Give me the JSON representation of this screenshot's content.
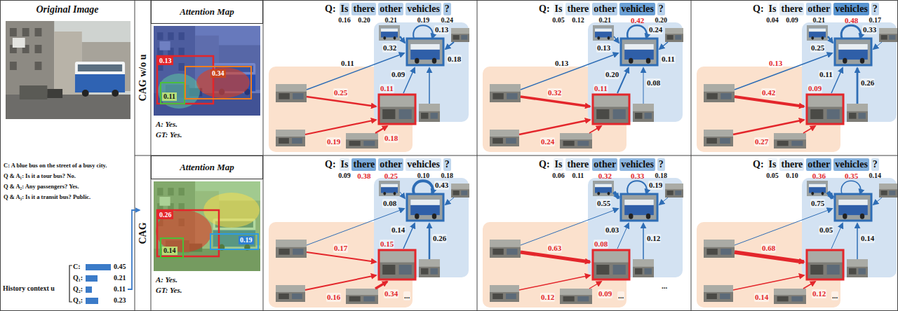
{
  "diagram": {
    "nodes": [
      {
        "text": [
          "CAG w/o u"
        ]
      },
      {
        "text": [
          "Attention Map"
        ]
      },
      {
        "text": [
          "CAG"
        ]
      },
      {
        "text": [
          "Attention Map"
        ]
      }
    ],
    "labels": [
      "Original Image",
      "C: A blue bus on the street of a busy city.",
      "Q & A₁: Is it a tour bus? No.",
      "Q & A₂: Any passengers? Yes.",
      "Q & A₃: Is it a transit bus? Public.",
      "History context u",
      "C:",
      "0.45",
      "Q₁:",
      "0.21",
      "Q₂:",
      "0.11",
      "Q₃:",
      "0.23",
      "0.13",
      "0.34",
      "0.11",
      "A: Yes.",
      "GT: Yes.",
      "Q:",
      "Is",
      "there",
      "other",
      "vehicles",
      "?",
      "0.16",
      "0.20",
      "0.21",
      "0.19",
      "0.24",
      "Q:",
      "Is",
      "there",
      "other",
      "vehicles",
      "?",
      "0.05",
      "0.12",
      "0.21",
      "0.42",
      "0.20",
      "Q:",
      "Is",
      "there",
      "other",
      "vehicles",
      "?",
      "0.04",
      "0.09",
      "0.21",
      "0.48",
      "0.17",
      "0.32",
      "0.11",
      "0.13",
      "0.11",
      "0.18",
      "0.25",
      "0.19",
      "0.18",
      "0.09",
      "0.13",
      "0.32",
      "0.24",
      "0.13",
      "0.11",
      "0.11",
      "0.20",
      "0.08",
      "0.24",
      "0.25",
      "0.42",
      "0.13",
      "0.33",
      "0.09",
      "0.11",
      "0.26",
      "0.27",
      "0.26",
      "0.14",
      "0.19",
      "A: Yes.",
      "GT: Yes.",
      "Q:",
      "Is",
      "there",
      "other",
      "vehicles",
      "?",
      "0.09",
      "0.38",
      "0.25",
      "0.10",
      "0.18",
      "Q:",
      "Is",
      "there",
      "other",
      "vehicles",
      "?",
      "0.06",
      "0.11",
      "0.32",
      "0.33",
      "0.18",
      "Q:",
      "Is",
      "there",
      "other",
      "vehicles",
      "?",
      "0.05",
      "0.10",
      "0.36",
      "0.35",
      "0.14",
      "0.08",
      "0.43",
      "0.17",
      "0.14",
      "0.26",
      "0.16",
      "0.15",
      "0.34",
      "...",
      "0.55",
      "0.19",
      "0.63",
      "0.08",
      "0.03",
      "0.12",
      "0.12",
      "0.09",
      "...",
      "...",
      "0.75",
      "0.68",
      "0.05",
      "0.14",
      "0.14",
      "0.12",
      "..."
    ]
  }
}
